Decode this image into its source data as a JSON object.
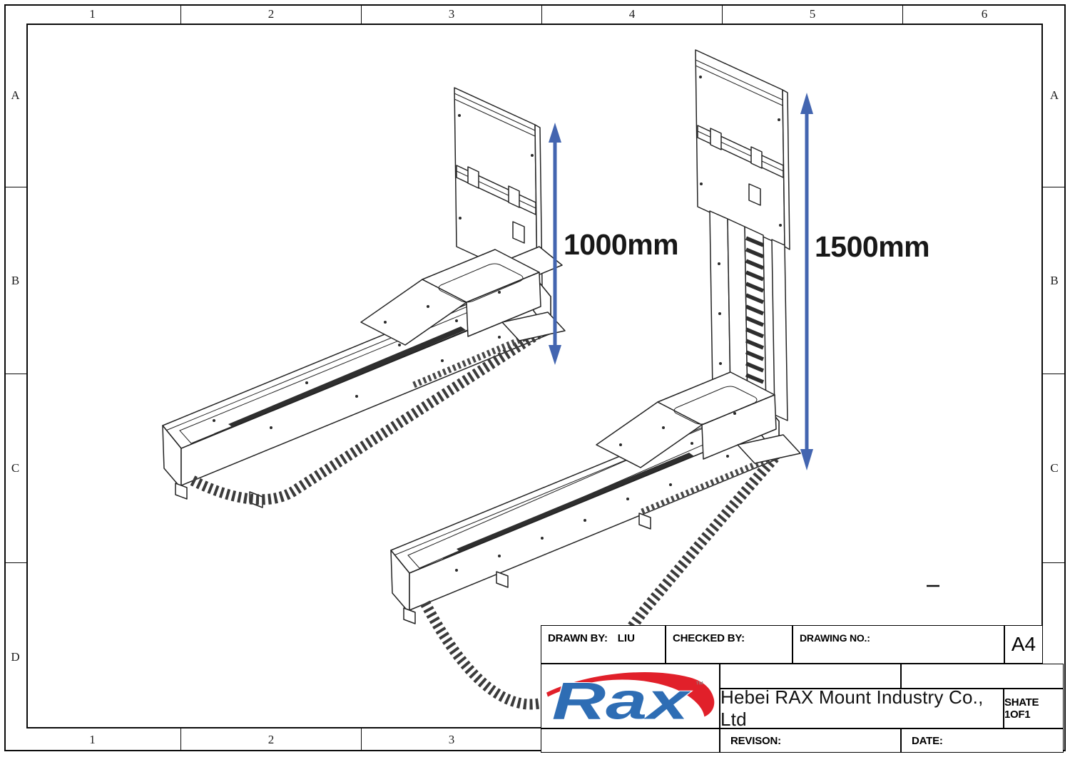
{
  "frame": {
    "column_labels": [
      "1",
      "2",
      "3",
      "4",
      "5",
      "6"
    ],
    "row_labels": [
      "A",
      "B",
      "C",
      "D"
    ]
  },
  "views": [
    {
      "id": "lift-1000",
      "dimension_label": "1000mm"
    },
    {
      "id": "lift-1500",
      "dimension_label": "1500mm"
    }
  ],
  "title_block": {
    "drawn_by_label": "DRAWN BY:",
    "drawn_by_value": "LIU",
    "checked_by_label": "CHECKED BY:",
    "drawing_no_label": "DRAWING NO.:",
    "paper_size": "A4",
    "company": "Hebei RAX Mount Industry Co., Ltd",
    "sheet": "SHATE 1OF1",
    "revision_label": "REVISON:",
    "date_label": "DATE:"
  },
  "logo": {
    "text": "Rax",
    "trademark": "™"
  },
  "colors": {
    "dimension_arrow": "#4365b0",
    "logo_blue": "#2e6db4",
    "logo_red": "#e1202a",
    "line": "#232323"
  }
}
